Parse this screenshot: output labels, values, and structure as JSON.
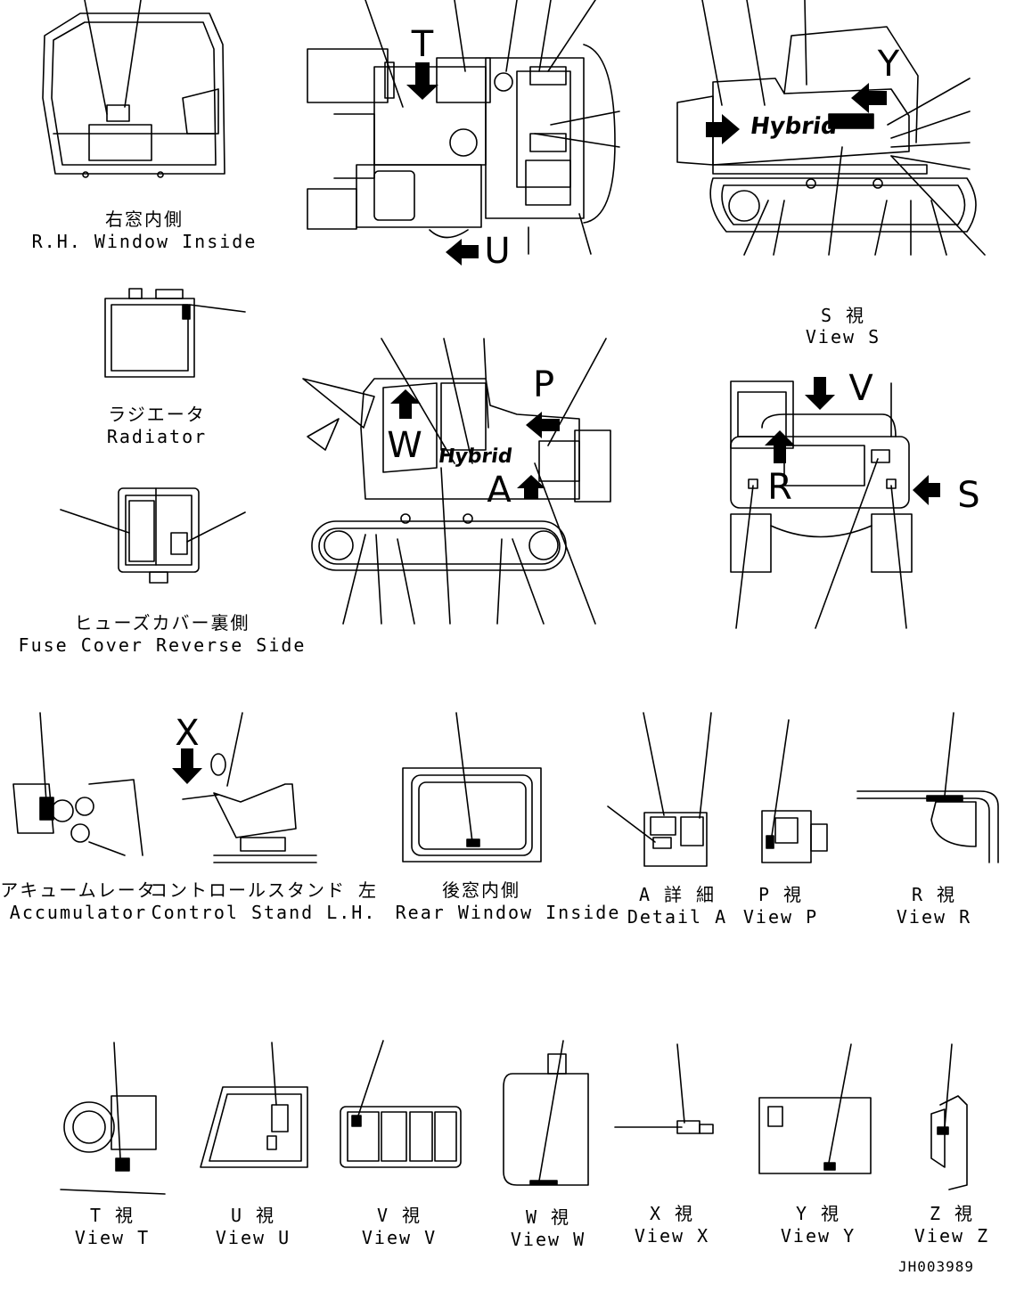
{
  "captions": {
    "rh_window_jp": "右窓内側",
    "rh_window_en": "R.H. Window Inside",
    "radiator_jp": "ラジエータ",
    "radiator_en": "Radiator",
    "fuse_jp": "ヒューズカバー裏側",
    "fuse_en": "Fuse Cover Reverse Side",
    "view_s_jp": "S 視",
    "view_s_en": "View S",
    "accumulator_jp": "アキュームレータ",
    "accumulator_en": "Accumulator",
    "control_jp": "コントロールスタンド 左",
    "control_en": "Control Stand L.H.",
    "rear_window_jp": "後窓内側",
    "rear_window_en": "Rear Window Inside",
    "detail_a_jp": "A 詳 細",
    "detail_a_en": "Detail A",
    "view_p_jp": "P 視",
    "view_p_en": "View P",
    "view_r_jp": "R 視",
    "view_r_en": "View R",
    "view_t_jp": "T 視",
    "view_t_en": "View T",
    "view_u_jp": "U 視",
    "view_u_en": "View U",
    "view_v_jp": "V 視",
    "view_v_en": "View V",
    "view_w_jp": "W 視",
    "view_w_en": "View W",
    "view_x_jp": "X 視",
    "view_x_en": "View X",
    "view_y_jp": "Y 視",
    "view_y_en": "View Y",
    "view_z_jp": "Z 視",
    "view_z_en": "View Z"
  },
  "view_letters": {
    "t": "T",
    "u": "U",
    "y": "Y",
    "p": "P",
    "w": "W",
    "a": "A",
    "v": "V",
    "r": "R",
    "s": "S",
    "x": "X"
  },
  "hybrid_logo": "Hybrid",
  "drawing_code": "JH003989"
}
